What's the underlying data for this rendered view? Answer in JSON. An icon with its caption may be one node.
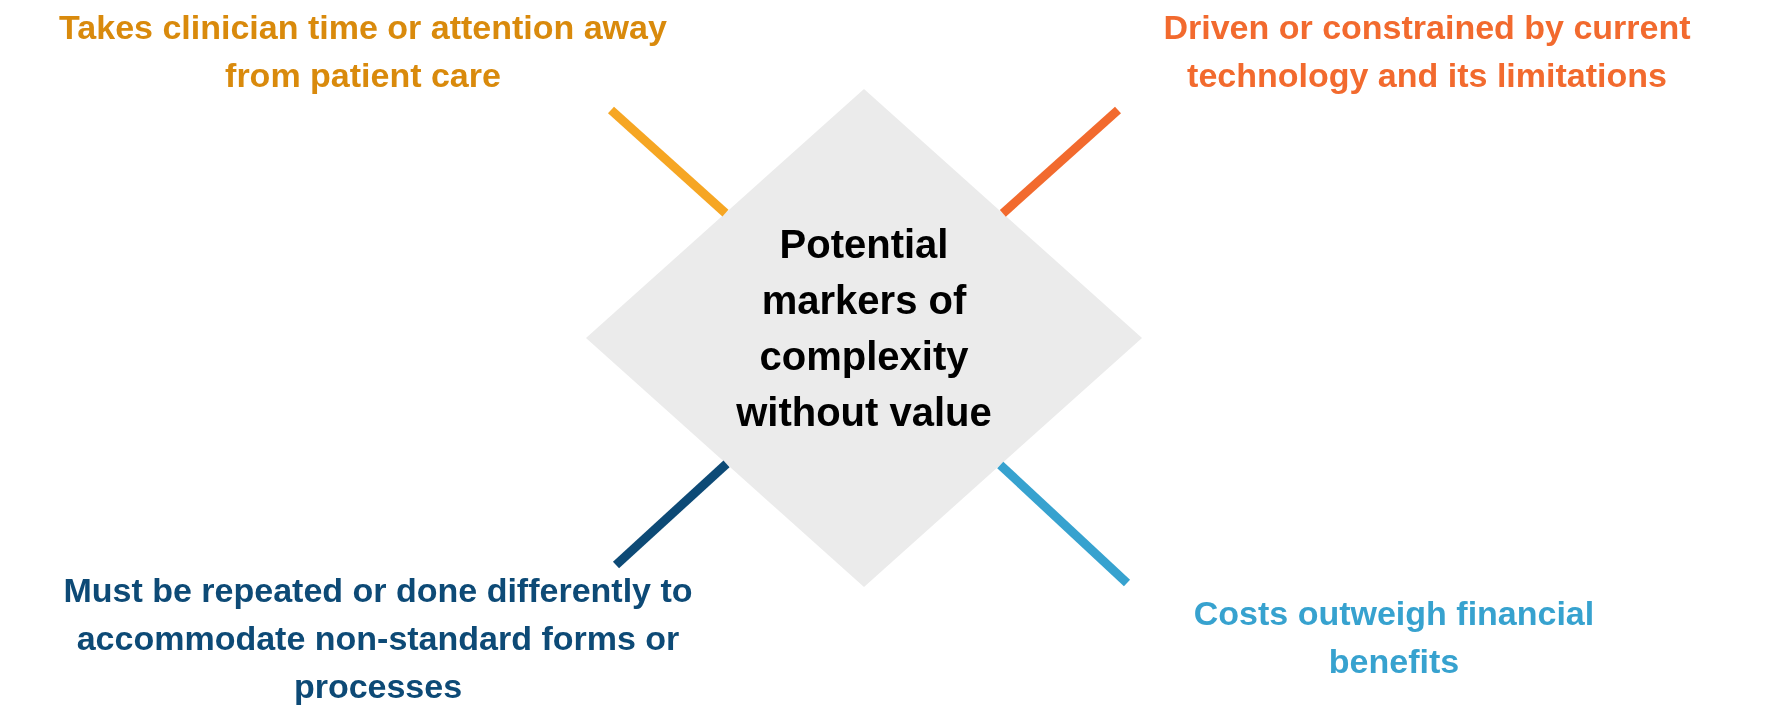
{
  "diagram": {
    "nodes": [
      {
        "text": [
          "Takes clinician time or attention away from patient care"
        ]
      },
      {
        "text": [
          "Driven or constrained by current technology and its limitations"
        ]
      },
      {
        "text": [
          "Potential markers of complexity without value"
        ]
      },
      {
        "text": [
          "Must be repeated or done differently to accommodate non-standard forms or processes"
        ]
      },
      {
        "text": [
          "Costs outweigh financial benefits"
        ]
      }
    ],
    "edges": [
      {
        "from": 0,
        "to": 2,
        "arrow": "none",
        "color": "#f6a623"
      },
      {
        "from": 1,
        "to": 2,
        "arrow": "none",
        "color": "#f26a2e"
      },
      {
        "from": 3,
        "to": 2,
        "arrow": "none",
        "color": "#0d4a76"
      },
      {
        "from": 4,
        "to": 2,
        "arrow": "none",
        "color": "#37a2cf"
      }
    ]
  }
}
